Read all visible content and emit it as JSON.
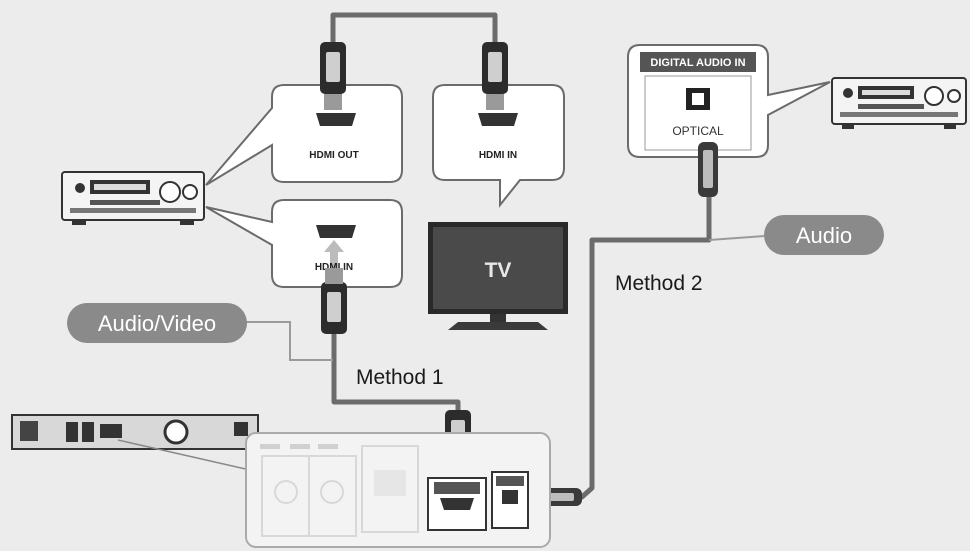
{
  "ports": {
    "hdmi_out": "HDMI OUT",
    "hdmi_in_tv": "HDMI IN",
    "hdmi_in_receiver": "HDMI IN",
    "digital_audio_in": "DIGITAL AUDIO IN",
    "optical": "OPTICAL"
  },
  "tv_label": "TV",
  "methods": {
    "method1": "Method 1",
    "method2": "Method 2"
  },
  "tags": {
    "audio_video": "Audio/Video",
    "audio": "Audio"
  },
  "colors": {
    "pill": "#8a8a8a",
    "cable": "#6b6b6b",
    "background": "#ececec",
    "tv_screen": "#4a4a4a"
  }
}
